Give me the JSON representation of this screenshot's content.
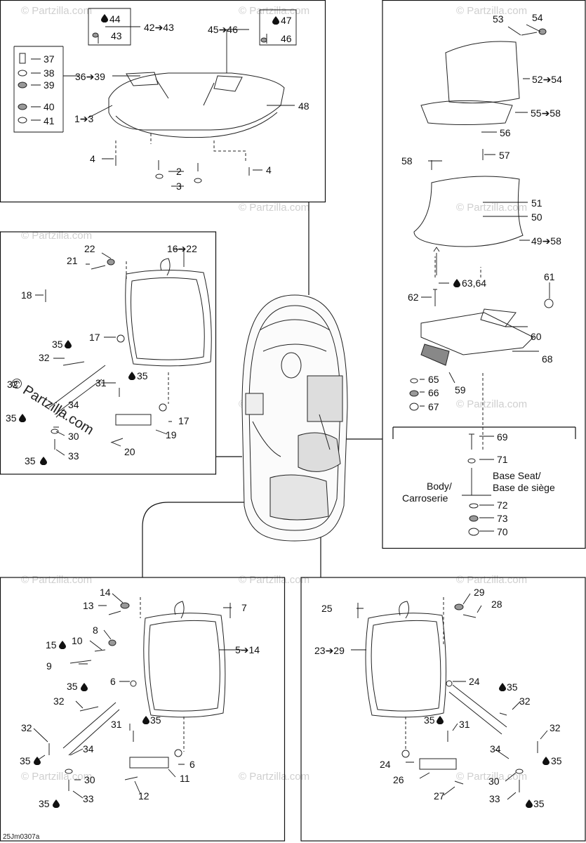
{
  "watermark": "© Partzilla.com",
  "diagram_code": "25Jm0307a",
  "labels": {
    "l44": "44",
    "l43": "43",
    "l42_43": "42➔43",
    "l45_46": "45➔46",
    "l47": "47",
    "l46": "46",
    "l37": "37",
    "l38": "38",
    "l39": "39",
    "l36_39": "36➔39",
    "l40": "40",
    "l41": "41",
    "l1_3": "1➔3",
    "l48": "48",
    "l4a": "4",
    "l2": "2",
    "l3": "3",
    "l4b": "4",
    "l53": "53",
    "l54": "54",
    "l52_54": "52➔54",
    "l55_58": "55➔58",
    "l56": "56",
    "l57": "57",
    "l58": "58",
    "l51": "51",
    "l50": "50",
    "l49_58": "49➔58",
    "l61": "61",
    "l62": "62",
    "l63_64": "63,64",
    "l60": "60",
    "l68": "68",
    "l65": "65",
    "l66": "66",
    "l67": "67",
    "l59": "59",
    "l69": "69",
    "l71": "71",
    "base_seat": "Base Seat/",
    "base_siege": "Base de siège",
    "body": "Body/",
    "carrosserie": "Carroserie",
    "l72": "72",
    "l73": "73",
    "l70": "70",
    "l22": "22",
    "l16_22": "16➔22",
    "l21": "21",
    "l18": "18",
    "l17a": "17",
    "l35a": "35",
    "l32a": "32",
    "l31a": "31",
    "l35b": "35",
    "l32b": "32",
    "l34a": "34",
    "l35c": "35",
    "l30a": "30",
    "l17b": "17",
    "l19": "19",
    "l20": "20",
    "l35d": "35",
    "l33a": "33",
    "l14": "14",
    "l13": "13",
    "l7": "7",
    "l8": "8",
    "l10": "10",
    "l15": "15",
    "l5_14": "5➔14",
    "l9": "9",
    "l6a": "6",
    "l35e": "35",
    "l32c": "32",
    "l31b": "31",
    "l35f": "35",
    "l32d": "32",
    "l34b": "34",
    "l35g": "35",
    "l6b": "6",
    "l30b": "30",
    "l11": "11",
    "l33b": "33",
    "l35h": "35",
    "l12": "12",
    "l25": "25",
    "l29": "29",
    "l28": "28",
    "l23_29": "23➔29",
    "l24a": "24",
    "l35i": "35",
    "l32e": "32",
    "l35j": "35",
    "l31c": "31",
    "l32f": "32",
    "l34c": "34",
    "l35k": "35",
    "l24b": "24",
    "l26": "26",
    "l30c": "30",
    "l33c": "33",
    "l35l": "35",
    "l27": "27"
  }
}
